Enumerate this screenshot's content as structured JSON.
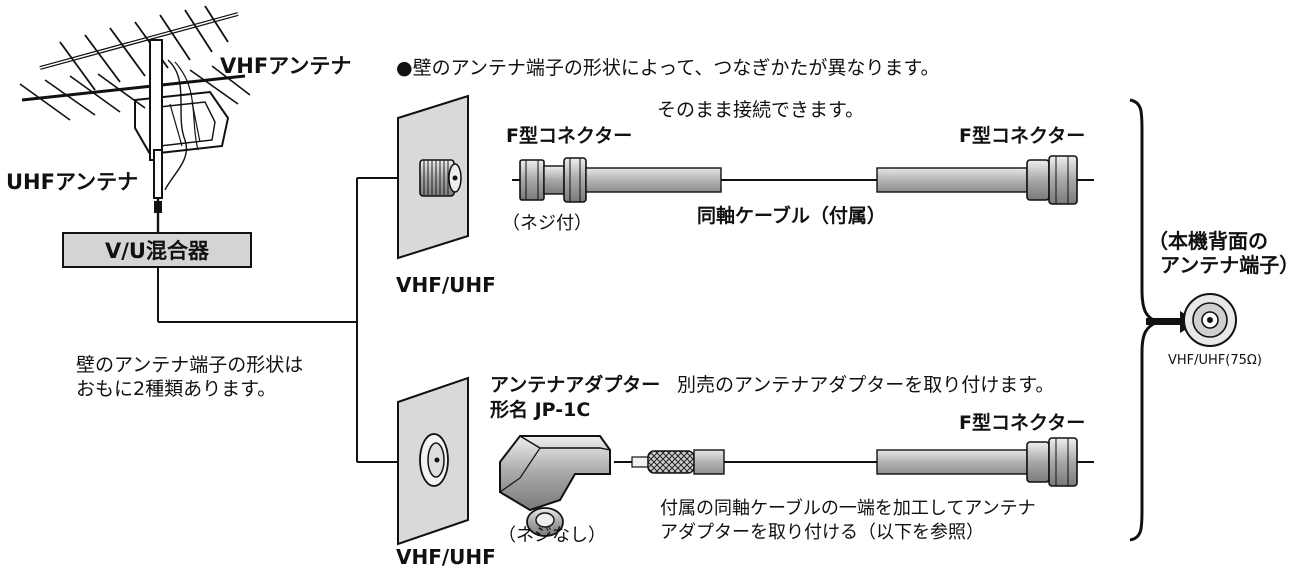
{
  "antenna": {
    "vhf_label": "VHFアンテナ",
    "uhf_label": "UHFアンテナ",
    "mixer_label": "V/U混合器"
  },
  "wall_note": {
    "line1": "壁のアンテナ端子の形状は",
    "line2": "おもに2種類あります。"
  },
  "header_note": "●壁のアンテナ端子の形状によって、つなぎかたが異なります。",
  "top_route": {
    "note": "そのまま接続できます。",
    "left_connector": "F型コネクター",
    "right_connector": "F型コネクター",
    "screw_note": "（ネジ付）",
    "cable_label": "同軸ケーブル（付属）",
    "wall_label": "VHF/UHF"
  },
  "bottom_route": {
    "adapter_label": "アンテナアダプター",
    "adapter_note": "別売のアンテナアダプターを取り付けます。",
    "model": "形名 JP-1C",
    "right_connector": "F型コネクター",
    "screw_note": "（ネジなし）",
    "instruction_line1": "付属の同軸ケーブルの一端を加工してアンテナ",
    "instruction_line2": "アダプターを取り付ける（以下を参照）",
    "wall_label": "VHF/UHF"
  },
  "rear_terminal": {
    "title_line1": "（本機背面の",
    "title_line2": "アンテナ端子）",
    "jack_label": "VHF/UHF(75Ω)"
  }
}
